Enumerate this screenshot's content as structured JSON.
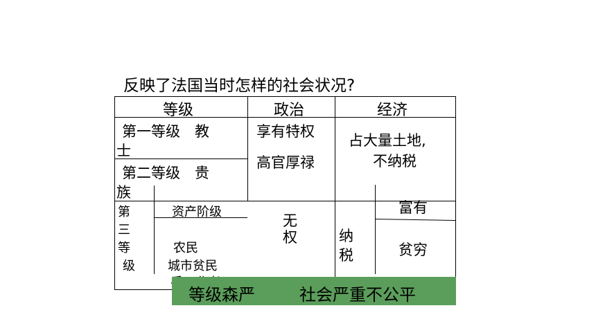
{
  "question": "反映了法国当时怎样的社会状况?",
  "headers": {
    "level": "等级",
    "politics": "政治",
    "economy": "经济"
  },
  "first_estate": {
    "name_line1": "第一等级　教",
    "name_line2": "士"
  },
  "second_estate": {
    "name_line1": "第二等级　贵",
    "name_line2": "族"
  },
  "clergy_nobility": {
    "politics_line1": "享有特权",
    "politics_line2": "高官厚禄",
    "economy_line1": "占大量土地,",
    "economy_line2": "不纳税"
  },
  "third_estate": {
    "label_chars": [
      "第",
      "三",
      "等",
      "级"
    ],
    "bourgeoisie": "资产阶级",
    "commoners_line1": "农民",
    "commoners_line2": "城市贫民",
    "commoners_line3": "手工业者",
    "politics_line1": "无",
    "politics_line2": "权",
    "tax_line1": "纳",
    "tax_line2": "税",
    "rich": "富有",
    "poor": "贫穷"
  },
  "conclusion": {
    "part1": "等级森严",
    "part2": "社会严重不公平"
  },
  "colors": {
    "banner": "#5b9e5b",
    "lines": "#000000"
  }
}
